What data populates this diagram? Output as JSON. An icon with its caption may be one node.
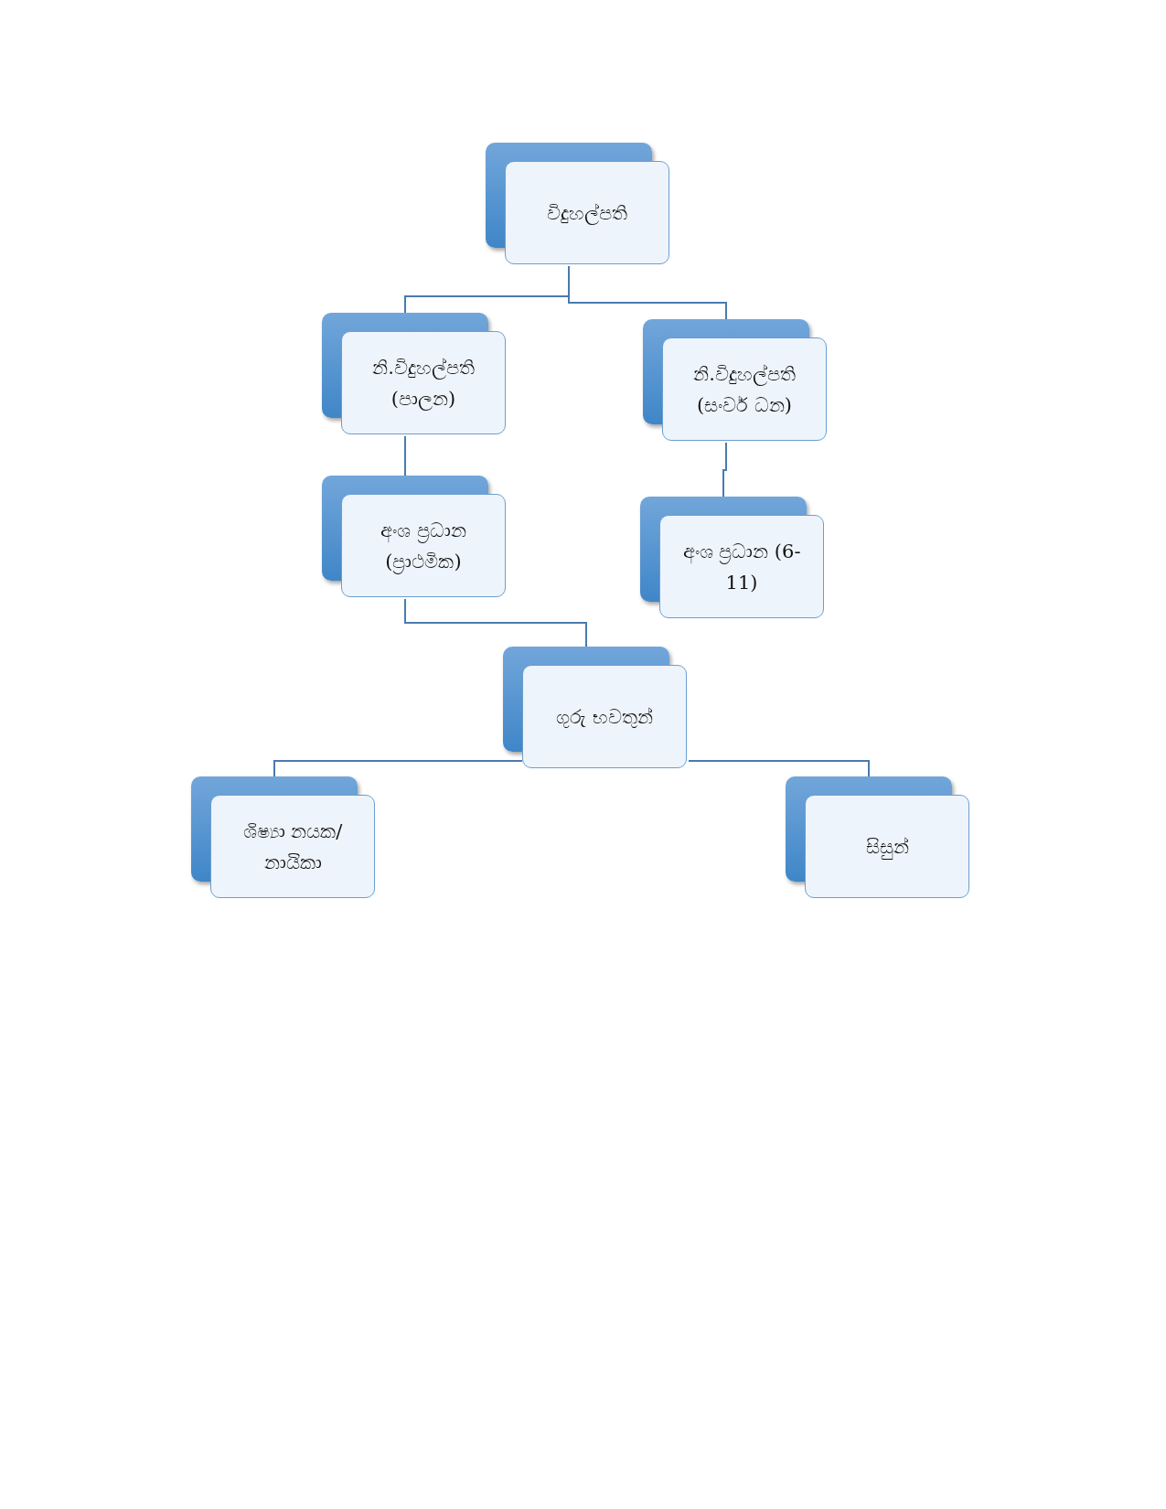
{
  "diagram": {
    "nodes": [
      {
        "text": [
          "විදුහල්පති"
        ]
      },
      {
        "text": [
          "නි.විදුහල්පති (පාලන)"
        ]
      },
      {
        "text": [
          "නි.විදුහල්පති (සංවර් ධන)"
        ]
      },
      {
        "text": [
          "අංශ ප්‍රධාන (ප්‍රාථමික)"
        ]
      },
      {
        "text": [
          "අංශ ප්‍රධාන (6-11)"
        ]
      },
      {
        "text": [
          "ගුරු භවතුන්"
        ]
      },
      {
        "text": [
          "ශිෂ්‍යා නයක/නායිකා"
        ]
      },
      {
        "text": [
          "සිසුන්"
        ]
      }
    ],
    "edges": [
      {
        "from": 0,
        "to": 1,
        "arrow": "none"
      },
      {
        "from": 0,
        "to": 2,
        "arrow": "none"
      },
      {
        "from": 1,
        "to": 3,
        "arrow": "none"
      },
      {
        "from": 2,
        "to": 4,
        "arrow": "none"
      },
      {
        "from": 3,
        "to": 5,
        "arrow": "none"
      },
      {
        "from": 5,
        "to": 6,
        "arrow": "none"
      },
      {
        "from": 5,
        "to": 7,
        "arrow": "none"
      }
    ]
  }
}
